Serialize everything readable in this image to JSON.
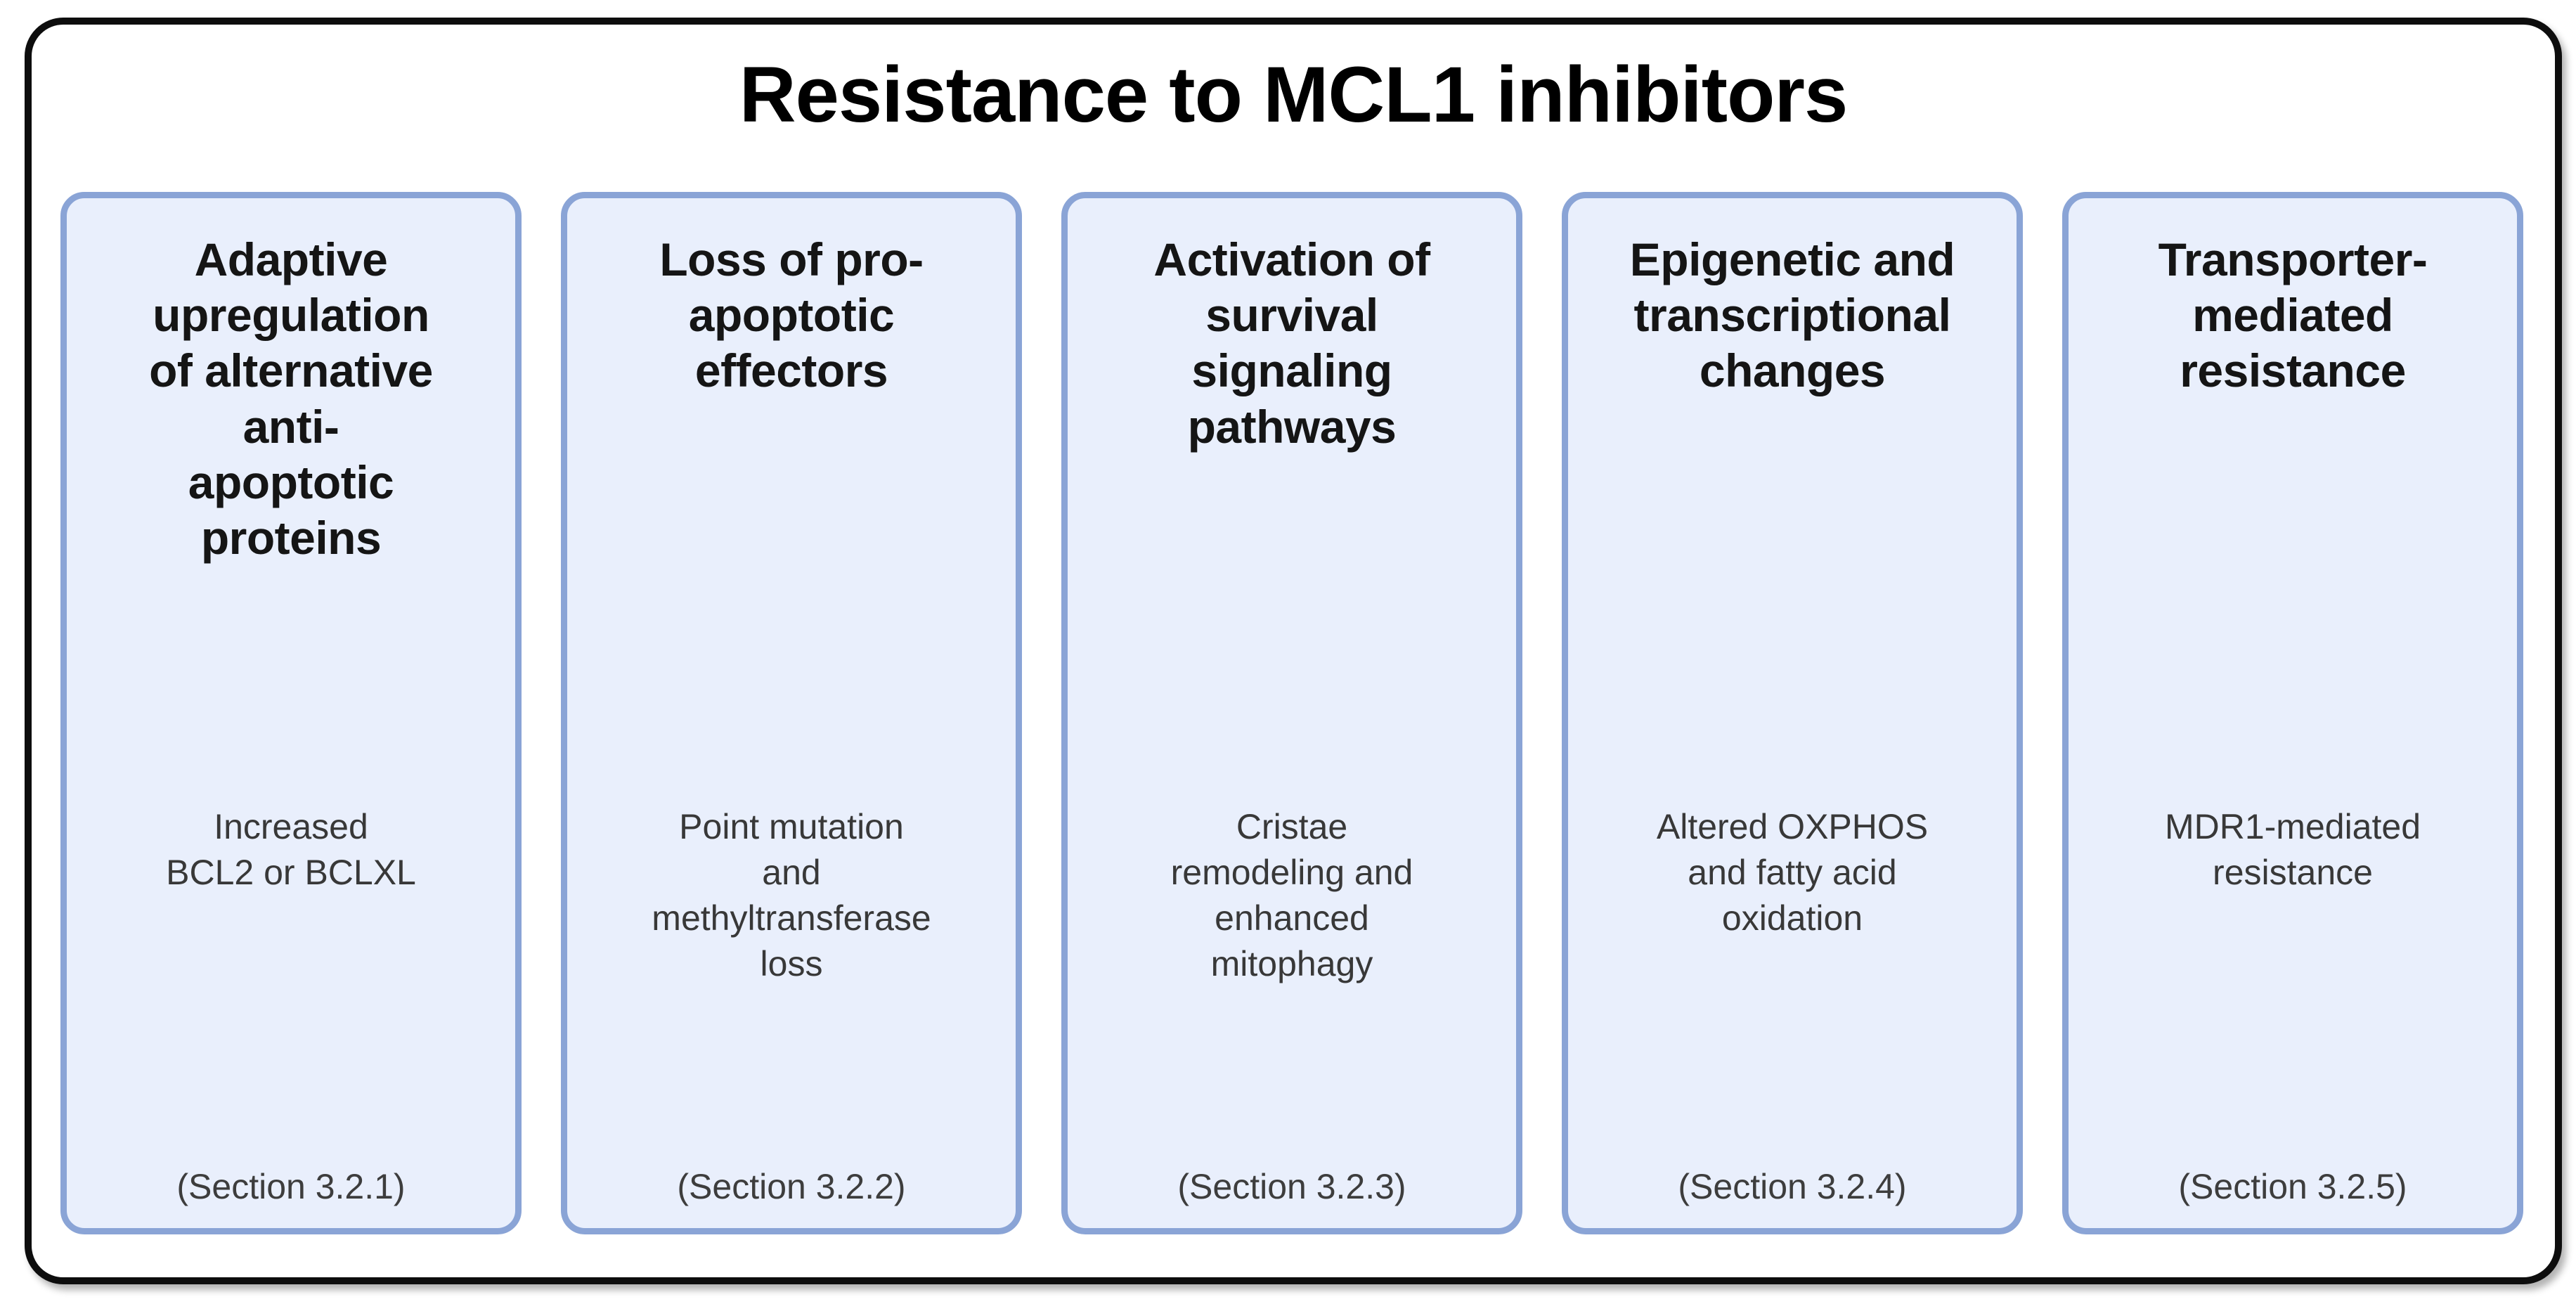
{
  "title": "Resistance to MCL1 inhibitors",
  "cards": [
    {
      "heading": "Adaptive\nupregulation\nof alternative\nanti-\napoptotic\nproteins",
      "body": "Increased\nBCL2 or BCLXL",
      "section": "(Section 3.2.1)"
    },
    {
      "heading": "Loss of pro-\napoptotic\neffectors",
      "body": "Point mutation\nand\nmethyltransferase\nloss",
      "section": "(Section 3.2.2)"
    },
    {
      "heading": "Activation of\nsurvival\nsignaling\npathways",
      "body": "Cristae\nremodeling and\nenhanced\nmitophagy",
      "section": "(Section 3.2.3)"
    },
    {
      "heading": "Epigenetic and\ntranscriptional\nchanges",
      "body": "Altered OXPHOS\nand fatty acid\noxidation",
      "section": "(Section 3.2.4)"
    },
    {
      "heading": "Transporter-\nmediated\nresistance",
      "body": "MDR1-mediated\nresistance",
      "section": "(Section 3.2.5)"
    }
  ],
  "colors": {
    "card_fill": "#e9effc",
    "card_border": "#8aa4d6",
    "frame_border": "#0d0d0d",
    "heading_color": "#151515",
    "body_color": "#383838",
    "section_color": "#3d3d3d"
  }
}
